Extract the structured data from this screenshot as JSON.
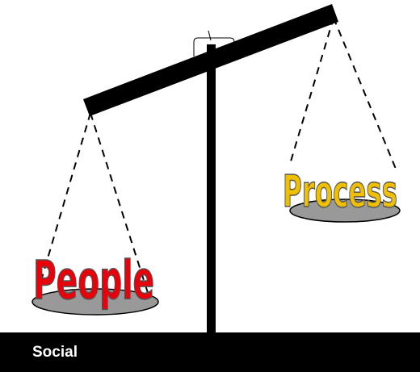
{
  "diagram": {
    "left_pan_label": "People",
    "right_pan_label": "Process",
    "base_label": "Social",
    "left_label_color": "#e8000b",
    "right_label_color": "#f0c000",
    "label_outline_color": "#555555",
    "pan_color": "#999999",
    "beam_color": "#000000",
    "base_text_color": "#ffffff"
  }
}
